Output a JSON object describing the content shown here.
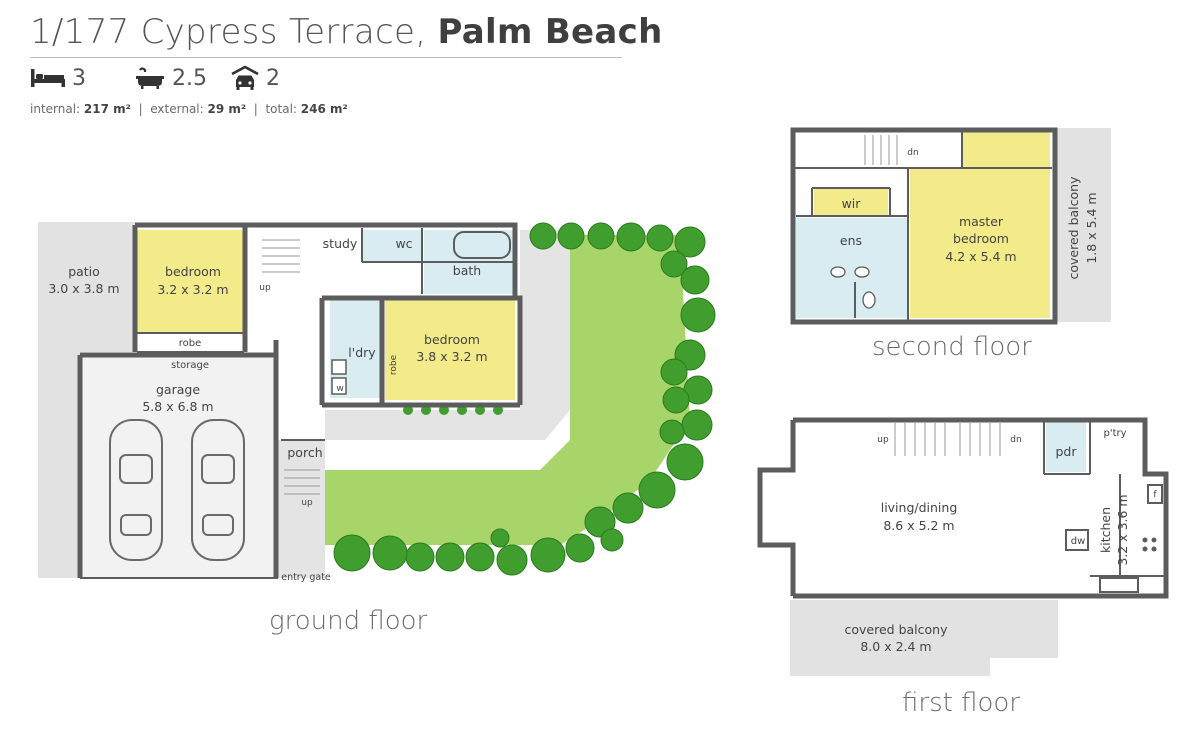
{
  "header": {
    "address": "1/177 Cypress Terrace,",
    "suburb": "Palm Beach",
    "bedrooms": "3",
    "bathrooms": "2.5",
    "garages": "2",
    "areas": {
      "internal_label": "internal:",
      "internal_value": "217 m²",
      "external_label": "external:",
      "external_value": "29 m²",
      "total_label": "total:",
      "total_value": "246 m²",
      "separator": "|"
    }
  },
  "icons": {
    "bed": "bed-icon",
    "bath": "bath-icon",
    "car": "car-icon"
  },
  "colors": {
    "wall": "#5c5c5c",
    "bedroom_yellow": "#f3ea8a",
    "wet_blue": "#d9ecf2",
    "lawn_green": "#a8d56a",
    "hedge_green": "#3f9e2e",
    "outdoor_grey": "#e2e2e2"
  },
  "ground_floor": {
    "label": "ground floor",
    "rooms": {
      "patio": "patio",
      "patio_size": "3.0 x 3.8 m",
      "bedroom1": "bedroom",
      "bedroom1_size": "3.2 x 3.2 m",
      "robe1": "robe",
      "storage": "storage",
      "garage": "garage",
      "garage_size": "5.8 x 6.8 m",
      "study": "study",
      "wc": "wc",
      "bath": "bath",
      "laundry": "l'dry",
      "robe2": "robe",
      "bedroom2": "bedroom",
      "bedroom2_size": "3.8 x 3.2 m",
      "porch": "porch",
      "entry_gate": "entry gate",
      "up1": "up",
      "up2": "up",
      "w": "w"
    }
  },
  "second_floor": {
    "label": "second floor",
    "rooms": {
      "dn": "dn",
      "wir": "wir",
      "ens": "ens",
      "master": "master",
      "bedroom": "bedroom",
      "master_size": "4.2 x 5.4 m",
      "balcony": "covered balcony",
      "balcony_size": "1.8 x 5.4 m"
    }
  },
  "first_floor": {
    "label": "first floor",
    "rooms": {
      "up": "up",
      "dn": "dn",
      "pdr": "pdr",
      "pantry": "p'try",
      "living": "living/dining",
      "living_size": "8.6 x 5.2 m",
      "dw": "dw",
      "f": "f",
      "kitchen": "kitchen",
      "kitchen_size": "3.2 x 3.6 m",
      "balcony": "covered balcony",
      "balcony_size": "8.0 x 2.4 m"
    }
  }
}
